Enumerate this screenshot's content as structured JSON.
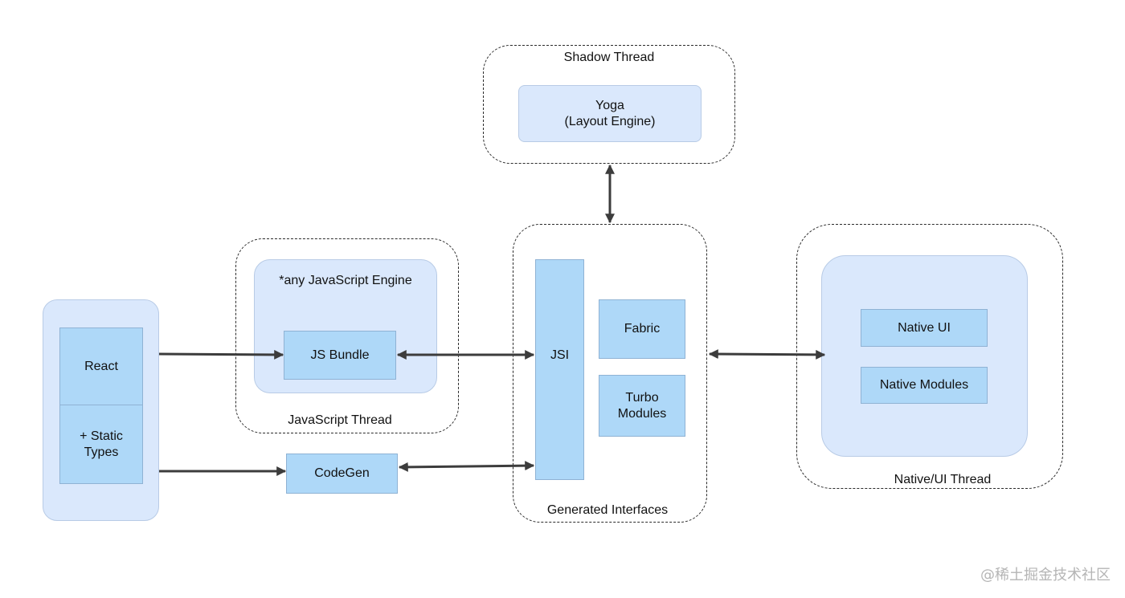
{
  "diagram": {
    "shadow_thread": {
      "title": "Shadow Thread",
      "yoga": "Yoga\n(Layout Engine)"
    },
    "left_panel": {
      "react": "React",
      "static_types": "+ Static\nTypes"
    },
    "javascript_thread": {
      "title": "JavaScript Thread",
      "engine_label": "*any JavaScript Engine",
      "js_bundle": "JS Bundle"
    },
    "codegen": "CodeGen",
    "generated_interfaces": {
      "title": "Generated Interfaces",
      "jsi": "JSI",
      "fabric": "Fabric",
      "turbo_modules": "Turbo\nModules"
    },
    "native_thread": {
      "title": "Native/UI Thread",
      "native_ui": "Native UI",
      "native_modules": "Native Modules"
    }
  },
  "watermark": "@稀土掘金技术社区",
  "colors": {
    "pale_box": "#dae8fc",
    "blue_box": "#aed8f8",
    "arrow": "#3c3c3c",
    "dashed_border": "#2b2b2b"
  }
}
